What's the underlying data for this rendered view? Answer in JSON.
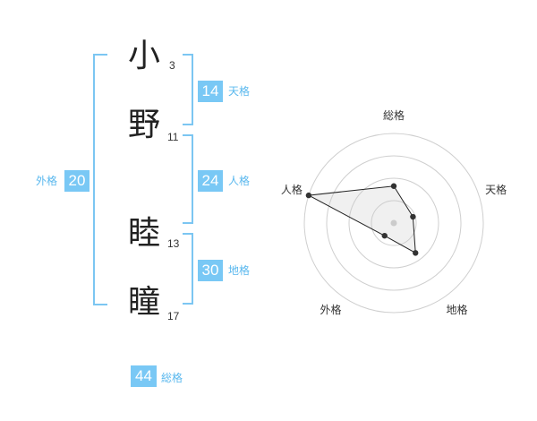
{
  "name_chars": [
    {
      "char": "小",
      "strokes": "3"
    },
    {
      "char": "野",
      "strokes": "11"
    },
    {
      "char": "睦",
      "strokes": "13"
    },
    {
      "char": "瞳",
      "strokes": "17"
    }
  ],
  "fortunes": {
    "tenkaku": {
      "value": "14",
      "label": "天格"
    },
    "jinkaku": {
      "value": "24",
      "label": "人格"
    },
    "chikaku": {
      "value": "30",
      "label": "地格"
    },
    "gaikaku": {
      "value": "20",
      "label": "外格"
    },
    "soukaku": {
      "value": "44",
      "label": "総格"
    }
  },
  "colors": {
    "accent": "#79c8f5",
    "bracket": "#7cc6f2",
    "label": "#5ab8ee"
  },
  "chart_data": {
    "type": "radar",
    "axes": [
      "総格",
      "天格",
      "地格",
      "外格",
      "人格"
    ],
    "scale_max": 4,
    "rings": 4,
    "values": [
      1.65,
      0.9,
      1.65,
      0.7,
      4.0
    ],
    "center_marker": true
  }
}
